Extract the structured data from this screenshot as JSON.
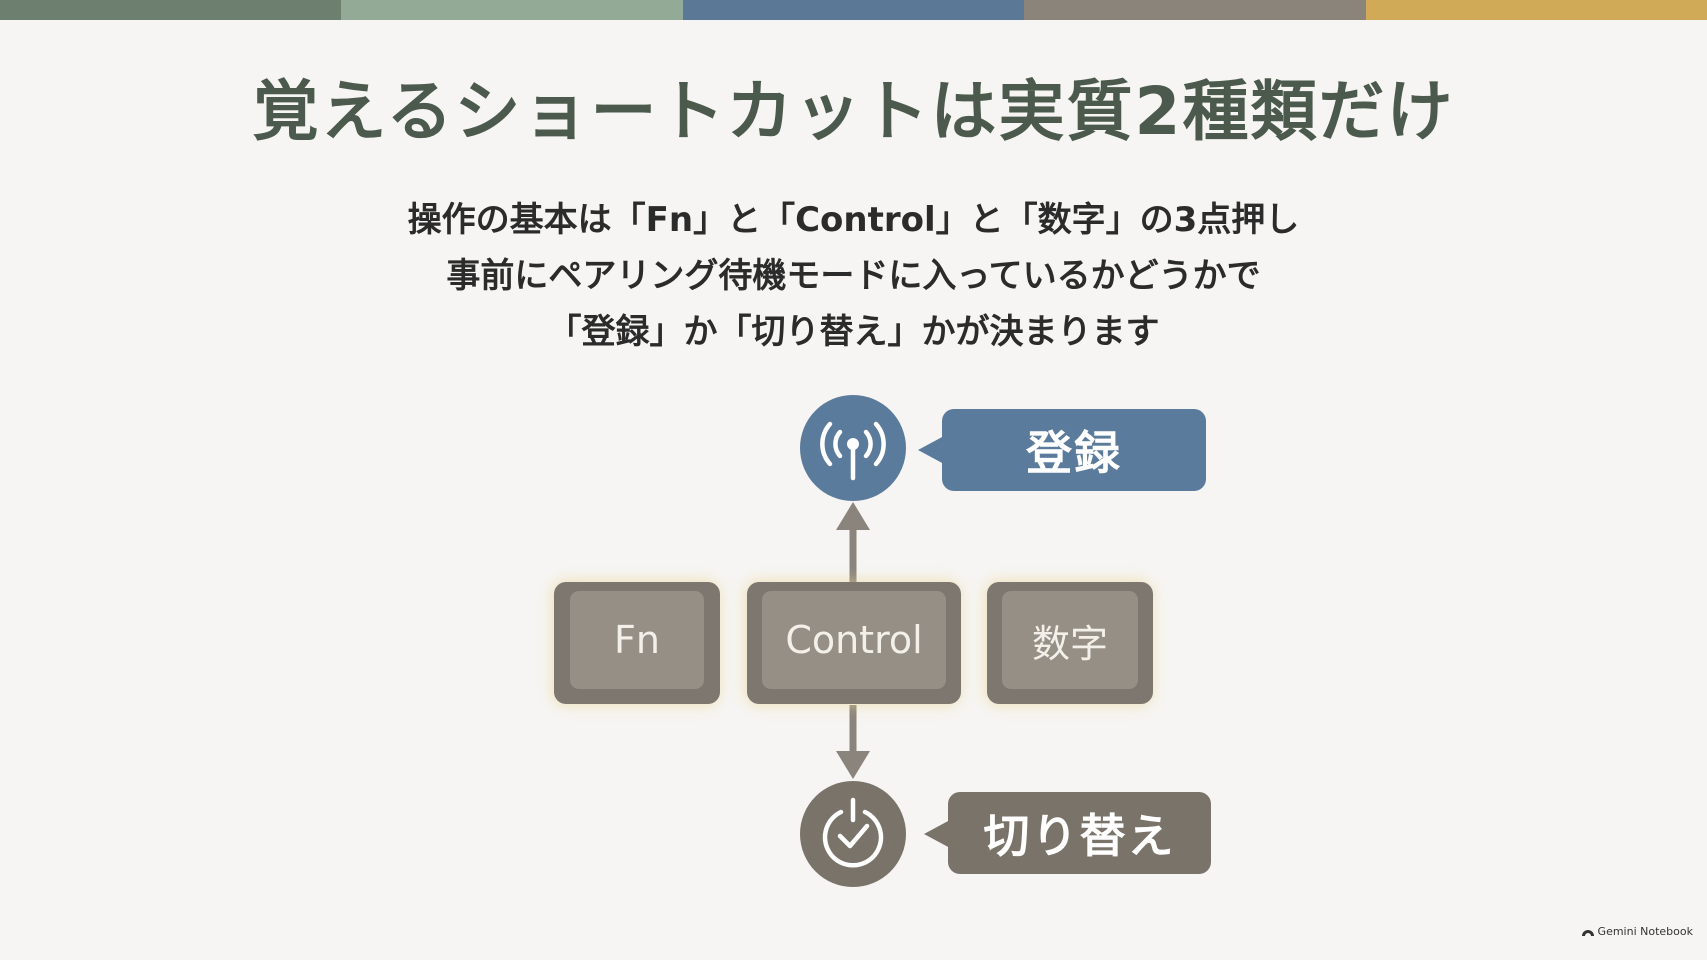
{
  "colors": {
    "topbar": [
      "#6d7f6f",
      "#93ab96",
      "#5b7896",
      "#8b847a",
      "#d0aa56"
    ],
    "accent_blue": "#5b7b9c",
    "accent_taupe": "#7a736a",
    "key_outer": "#7d776f",
    "key_inner": "#958f86"
  },
  "title": "覚えるショートカットは実質2種類だけ",
  "subtitle": {
    "line1": "操作の基本は「Fn」と「Control」と「数字」の3点押し",
    "line2": "事前にペアリング待機モードに入っているかどうかで",
    "line3": "「登録」か「切り替え」かが決まります"
  },
  "diagram": {
    "keys": [
      "Fn",
      "Control",
      "数字"
    ],
    "register_label": "登録",
    "register_icon": "antenna-signal-icon",
    "switch_label": "切り替え",
    "switch_icon": "power-check-icon"
  },
  "brand": "Gemini Notebook"
}
